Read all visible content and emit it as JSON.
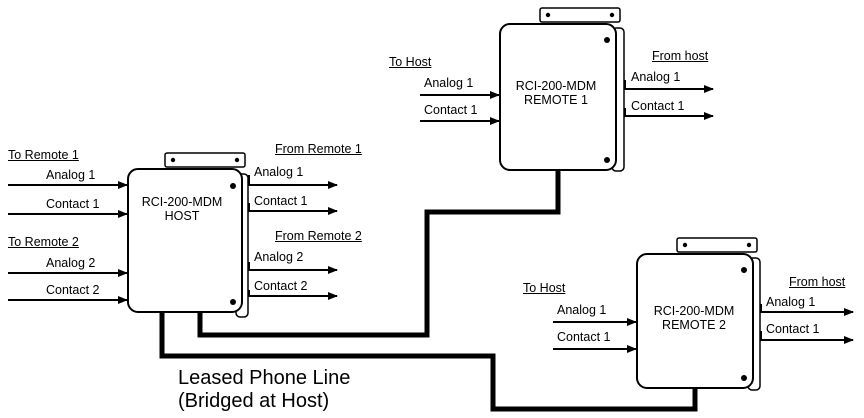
{
  "host": {
    "title_line1": "RCI-200-MDM",
    "title_line2": "HOST",
    "to_remote1": "To Remote 1",
    "to_remote2": "To Remote 2",
    "from_remote1": "From Remote 1",
    "from_remote2": "From Remote 2",
    "in_analog1": "Analog 1",
    "in_contact1": "Contact 1",
    "in_analog2": "Analog 2",
    "in_contact2": "Contact 2",
    "out_analog1": "Analog 1",
    "out_contact1": "Contact 1",
    "out_analog2": "Analog 2",
    "out_contact2": "Contact 2"
  },
  "remote1": {
    "title_line1": "RCI-200-MDM",
    "title_line2": "REMOTE 1",
    "to_host": "To Host",
    "from_host": "From host",
    "in_analog1": "Analog 1",
    "in_contact1": "Contact 1",
    "out_analog1": "Analog 1",
    "out_contact1": "Contact 1"
  },
  "remote2": {
    "title_line1": "RCI-200-MDM",
    "title_line2": "REMOTE 2",
    "to_host": "To Host",
    "from_host": "From host",
    "in_analog1": "Analog 1",
    "in_contact1": "Contact 1",
    "out_analog1": "Analog 1",
    "out_contact1": "Contact 1"
  },
  "caption": {
    "line1": "Leased Phone Line",
    "line2": "(Bridged at Host)"
  }
}
